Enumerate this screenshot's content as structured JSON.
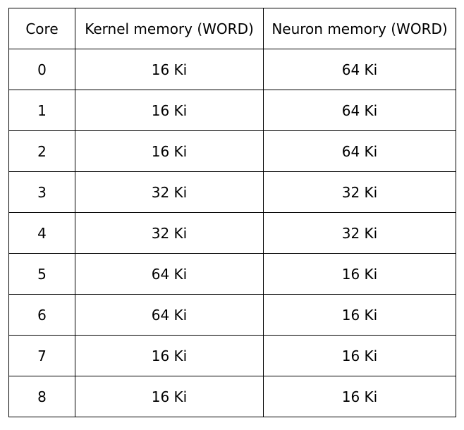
{
  "table": {
    "headers": [
      "Core",
      "Kernel memory (WORD)",
      "Neuron memory (WORD)"
    ],
    "rows": [
      [
        "0",
        "16 Ki",
        "64 Ki"
      ],
      [
        "1",
        "16 Ki",
        "64 Ki"
      ],
      [
        "2",
        "16 Ki",
        "64 Ki"
      ],
      [
        "3",
        "32 Ki",
        "32 Ki"
      ],
      [
        "4",
        "32 Ki",
        "32 Ki"
      ],
      [
        "5",
        "64 Ki",
        "16 Ki"
      ],
      [
        "6",
        "64 Ki",
        "16 Ki"
      ],
      [
        "7",
        "16 Ki",
        "16 Ki"
      ],
      [
        "8",
        "16 Ki",
        "16 Ki"
      ]
    ]
  }
}
